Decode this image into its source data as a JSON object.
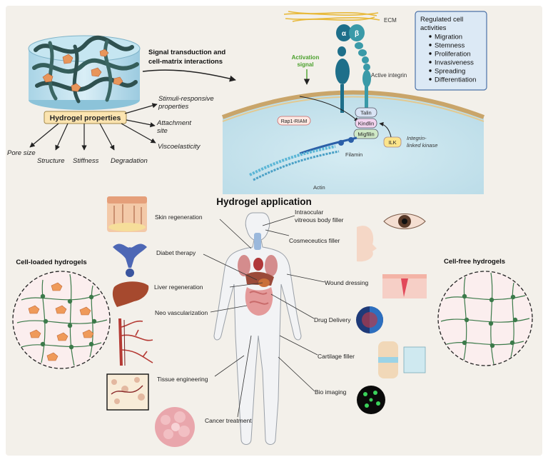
{
  "top": {
    "hydrogel_properties": "Hydrogel properties",
    "signal_title_line1": "Signal transduction and",
    "signal_title_line2": "cell-matrix interactions",
    "property_branches": {
      "stimuli_line1": "Stimuli-responsive",
      "stimuli_line2": "properties",
      "attachment_line1": "Attachment",
      "attachment_line2": "site",
      "viscoelasticity": "Viscoelasticity",
      "pore_size": "Pore size",
      "structure": "Structure",
      "stiffness": "Stiffness",
      "degradation": "Degradation"
    }
  },
  "integrin": {
    "ecm": "ECM",
    "alpha": "α",
    "beta": "β",
    "activation_line1": "Activation",
    "activation_line2": "signal",
    "active_integrin": "Active integrin",
    "talin": "Talin",
    "kindlin": "Kindlin",
    "migfilin": "Migfilin",
    "rap1": "Rap1-RIAM",
    "ilk": "ILK",
    "ilk_desc_line1": "Integrin-",
    "ilk_desc_line2": "linked kinase",
    "filamin": "Filamin",
    "actin": "Actin"
  },
  "regulated": {
    "title_line1": "Regulated cell",
    "title_line2": "activities",
    "items": [
      "Migration",
      "Stemness",
      "Proliferation",
      "Invasiveness",
      "Spreading",
      "Differentiation"
    ]
  },
  "application": {
    "title": "Hydrogel application",
    "cell_loaded": "Cell-loaded hydrogels",
    "cell_free": "Cell-free hydrogels",
    "left_labels": [
      "Skin regeneration",
      "Diabet therapy",
      "Liver regeneration",
      "Neo vascularization",
      "Tissue engineering",
      "Cancer treatment"
    ],
    "right_labels": {
      "intraocular_line1": "Intraocular",
      "intraocular_line2": "vitreous body filler",
      "cosmeceutics": "Cosmeceutics filler",
      "wound": "Wound dressing",
      "drug": "Drug Delivery",
      "cartilage": "Cartilage filler",
      "bio": "Bio imaging"
    }
  },
  "colors": {
    "background_panel": "#f3f0ea",
    "cell_membrane": "#b8d9e6",
    "integrin_teal": "#1e6f8a",
    "regulated_box": "#dce9f5",
    "hydrogel_label": "#fbe4b0",
    "cell_orange": "#e8955a",
    "network_green": "#3c7a4a"
  }
}
